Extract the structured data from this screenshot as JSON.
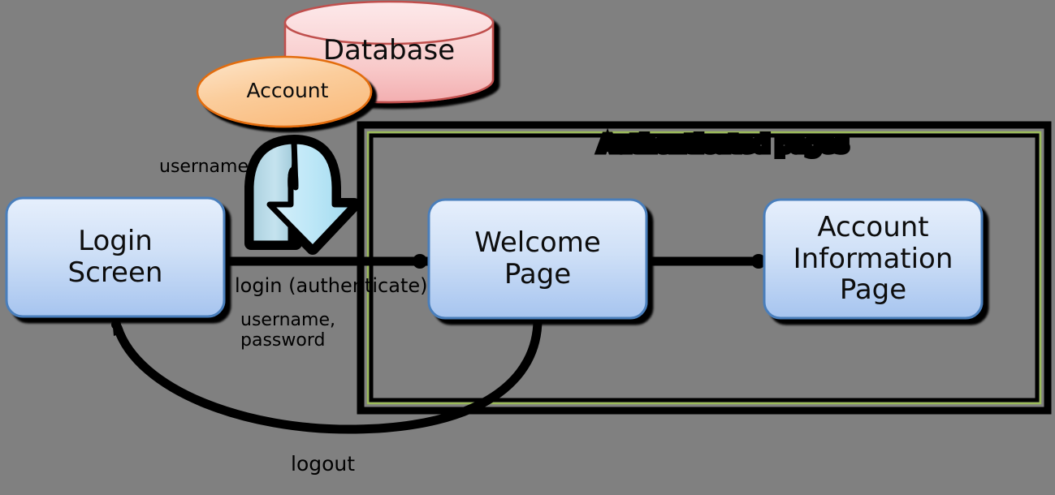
{
  "diagram": {
    "title": "Authenticated pages",
    "background_color": "#808080"
  },
  "nodes": {
    "database": {
      "label": "Database",
      "shape": "cylinder",
      "fill_color": "#f7c3c6",
      "border_color": "#c0504d"
    },
    "account": {
      "label": "Account",
      "shape": "ellipse",
      "fill_color": "#fbc693",
      "border_color": "#e36c0a"
    },
    "login_screen": {
      "label": "Login\nScreen",
      "shape": "rounded-rectangle",
      "fill_color": "#b8cfee",
      "border_color": "#4a7ebb"
    },
    "welcome_page": {
      "label": "Welcome\nPage",
      "shape": "rounded-rectangle",
      "fill_color": "#b8cfee",
      "border_color": "#4a7ebb"
    },
    "account_information_page": {
      "label": "Account\nInformation\nPage",
      "shape": "rounded-rectangle",
      "fill_color": "#b8cfee",
      "border_color": "#4a7ebb"
    }
  },
  "container": {
    "label": "Authenticated pages",
    "border_color": "#000000",
    "inner_border_color": "#9bbb59"
  },
  "edges": {
    "username_flow": {
      "label": "username",
      "style": "curved-block-arrow",
      "color": "#9fd9ec"
    },
    "login_authenticate": {
      "label": "login (authenticate)",
      "sublabel": "username,\npassword",
      "from": "login_screen",
      "to": "welcome_page"
    },
    "welcome_to_account": {
      "label": "",
      "from": "welcome_page",
      "to": "account_information_page"
    },
    "logout": {
      "label": "logout",
      "from": "welcome_page",
      "to": "login_screen"
    }
  }
}
